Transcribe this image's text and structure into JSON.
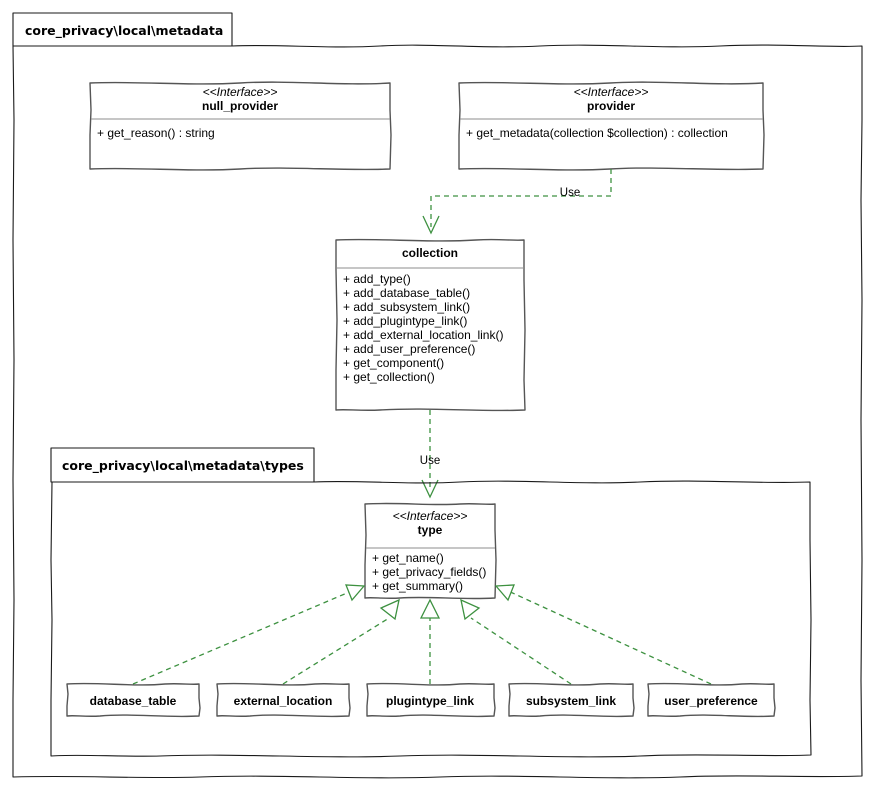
{
  "diagram": {
    "kind": "uml-class-diagram",
    "accent_color": "#3d9140",
    "box_stroke_color": "#555555",
    "frame_stroke_color": "#1a1a1a",
    "background_color": "#ffffff"
  },
  "packages": [
    {
      "id": "pkg-metadata",
      "label": "core_privacy\\local\\metadata"
    },
    {
      "id": "pkg-types",
      "label": "core_privacy\\local\\metadata\\types"
    }
  ],
  "classes": {
    "null_provider": {
      "stereotype": "<<Interface>>",
      "name": "null_provider",
      "members": [
        "+ get_reason() : string"
      ]
    },
    "provider": {
      "stereotype": "<<Interface>>",
      "name": "provider",
      "members": [
        "+ get_metadata(collection $collection) : collection"
      ]
    },
    "collection": {
      "stereotype": "",
      "name": "collection",
      "members": [
        "+ add_type()",
        "+ add_database_table()",
        "+ add_subsystem_link()",
        "+ add_plugintype_link()",
        "+ add_external_location_link()",
        "+ add_user_preference()",
        "+ get_component()",
        "+ get_collection()"
      ]
    },
    "type": {
      "stereotype": "<<Interface>>",
      "name": "type",
      "members": [
        "+ get_name()",
        "+ get_privacy_fields()",
        "+ get_summary()"
      ]
    },
    "database_table": {
      "stereotype": "",
      "name": "database_table",
      "members": []
    },
    "external_location": {
      "stereotype": "",
      "name": "external_location",
      "members": []
    },
    "plugintype_link": {
      "stereotype": "",
      "name": "plugintype_link",
      "members": []
    },
    "subsystem_link": {
      "stereotype": "",
      "name": "subsystem_link",
      "members": []
    },
    "user_preference": {
      "stereotype": "",
      "name": "user_preference",
      "members": []
    }
  },
  "relationships": [
    {
      "id": "rel-provider-collection",
      "from": "provider",
      "to": "collection",
      "type": "dependency",
      "label": "Use"
    },
    {
      "id": "rel-collection-type",
      "from": "collection",
      "to": "type",
      "type": "dependency",
      "label": "Use"
    },
    {
      "id": "rel-database-table-type",
      "from": "database_table",
      "to": "type",
      "type": "realization",
      "label": ""
    },
    {
      "id": "rel-external-location-type",
      "from": "external_location",
      "to": "type",
      "type": "realization",
      "label": ""
    },
    {
      "id": "rel-plugintype-link-type",
      "from": "plugintype_link",
      "to": "type",
      "type": "realization",
      "label": ""
    },
    {
      "id": "rel-subsystem-link-type",
      "from": "subsystem_link",
      "to": "type",
      "type": "realization",
      "label": ""
    },
    {
      "id": "rel-user-preference-type",
      "from": "user_preference",
      "to": "type",
      "type": "realization",
      "label": ""
    }
  ]
}
